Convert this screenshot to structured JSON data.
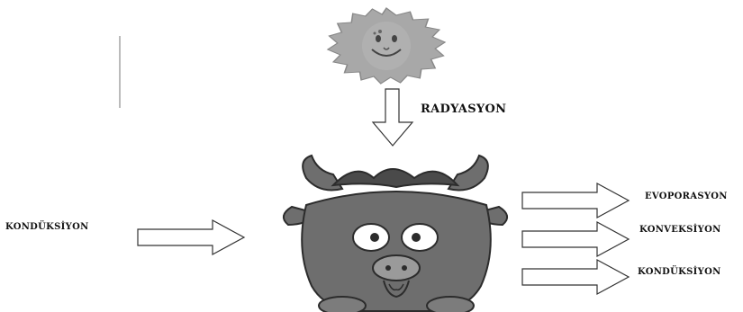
{
  "labels": {
    "radiation": "RADYASYON",
    "conduction_in": "KONDÜKSİYON",
    "evaporation": "EVOPORASYON",
    "convection": "KONVEKSİYON",
    "conduction_out": "KONDÜKSİYON"
  },
  "colors": {
    "sun": "#a8a8a8",
    "sun_dark": "#555555",
    "animal_body": "#6e6e6e",
    "animal_dark": "#2c2c2c",
    "animal_light": "#9a9a9a",
    "arrow_stroke": "#333333"
  },
  "icons": [
    "sun-icon",
    "cartoon-animal-icon",
    "arrow-icon"
  ]
}
